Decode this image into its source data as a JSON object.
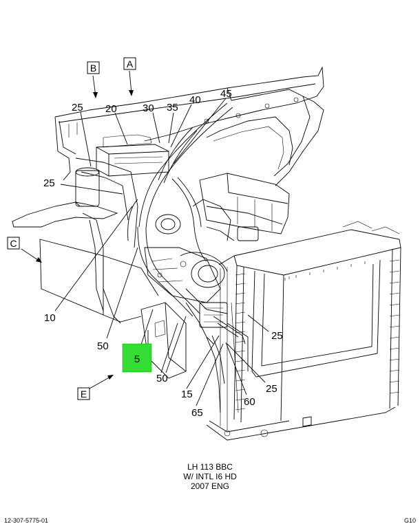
{
  "view_labels": {
    "a": "A",
    "b": "B",
    "c": "C",
    "e": "E"
  },
  "callouts": {
    "c25_top": "25",
    "c20": "20",
    "c30": "30",
    "c35": "35",
    "c40": "40",
    "c45": "45",
    "c25_left": "25",
    "c10": "10",
    "c50_left": "50",
    "c50_bottom": "50",
    "c15": "15",
    "c65": "65",
    "c60": "60",
    "c25_right": "25",
    "c25_lower_right": "25"
  },
  "highlight": {
    "label": "5",
    "color": "#33dd33"
  },
  "caption": {
    "line1": "LH 113 BBC",
    "line2": "W/ INTL I6 HD",
    "line3": "2007 ENG"
  },
  "footer": {
    "left": "12-307-5775-01",
    "right": "G10"
  }
}
